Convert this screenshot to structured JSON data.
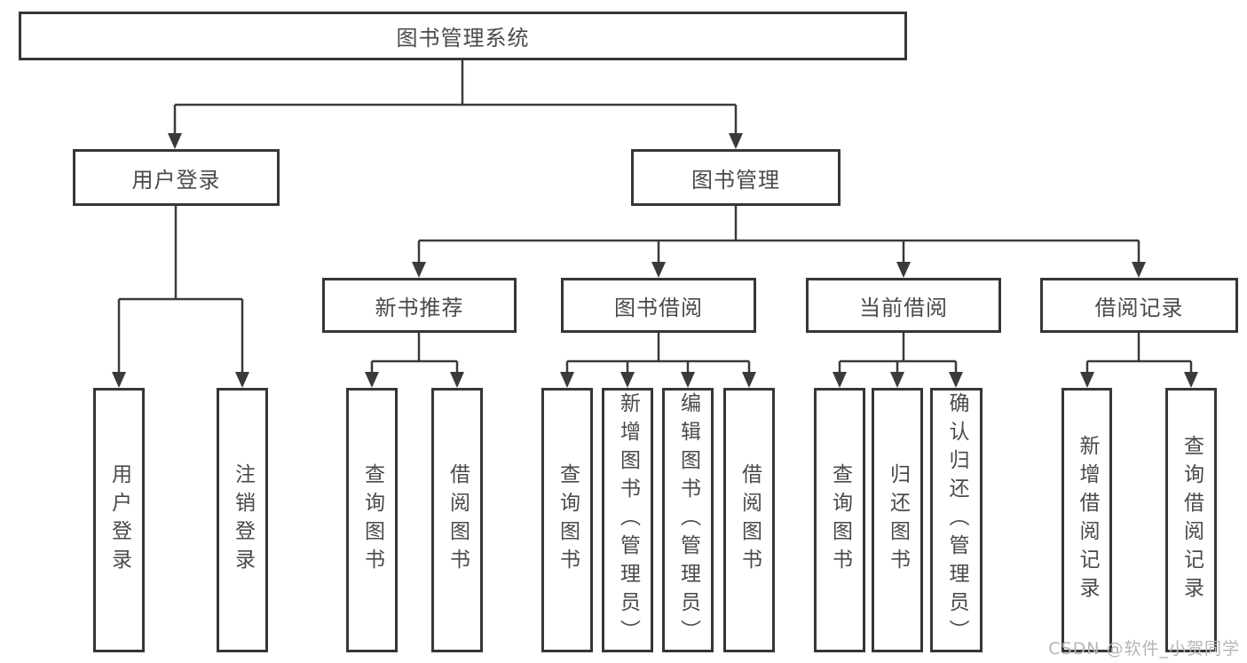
{
  "tree": {
    "root": {
      "label": "图书管理系统",
      "children": [
        {
          "label": "用户登录",
          "children": [
            {
              "label": "用户登录"
            },
            {
              "label": "注销登录"
            }
          ]
        },
        {
          "label": "图书管理",
          "children": [
            {
              "label": "新书推荐",
              "children": [
                {
                  "label": "查询图书"
                },
                {
                  "label": "借阅图书"
                }
              ]
            },
            {
              "label": "图书借阅",
              "children": [
                {
                  "label": "查询图书"
                },
                {
                  "label": "新增图书（管理员）"
                },
                {
                  "label": "编辑图书（管理员）"
                },
                {
                  "label": "借阅图书"
                }
              ]
            },
            {
              "label": "当前借阅",
              "children": [
                {
                  "label": "查询图书"
                },
                {
                  "label": "归还图书"
                },
                {
                  "label": "确认归还（管理员）"
                }
              ]
            },
            {
              "label": "借阅记录",
              "children": [
                {
                  "label": "新增借阅记录"
                },
                {
                  "label": "查询借阅记录"
                }
              ]
            }
          ]
        }
      ]
    }
  },
  "watermark": {
    "text": "CSDN @软件_小贺同学"
  },
  "colors": {
    "line": "#3a3a3a",
    "border": "#363636",
    "text": "#4a4a4a",
    "watermark": "#b5b5b5",
    "background": "#ffffff"
  }
}
